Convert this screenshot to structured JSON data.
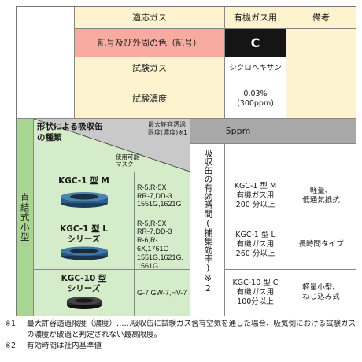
{
  "header": {
    "applicable_gas": "適応ガス",
    "organic_gas": "有機ガス用",
    "remarks": "備考"
  },
  "rows": {
    "symbol_label": "記号及び外周の色（記号）",
    "symbol_value": "C",
    "test_gas_label": "試験ガス",
    "test_gas_value": "シクロヘキサン",
    "conc_label": "試験濃度",
    "conc_value": "0.03%\n(300ppm)"
  },
  "section": {
    "category": "直結式小型",
    "shape_label": "形状による吸収缶\nの種類",
    "usable_mask": "使用可能\nマスク",
    "max_conc_label": "最大許容透過\n限度(濃度)※1",
    "max_conc_value": "5ppm",
    "effective_time_label": "吸収缶の有効時間(捕集効率)※2"
  },
  "products": [
    {
      "name": "KGC-1 型 M",
      "masks": "R-5,R-5X\nRR-7,DD-3\n1551G,1621G",
      "time": "KGC-1 型 M\n有機ガス用\n200 分以上",
      "remark": "軽量、\n低通気抵抗",
      "canister_color": "#2e5f86"
    },
    {
      "name": "KGC-1 型 L\nシリーズ",
      "masks": "R-5,R-5X\nRR-7,DD-3\nR-6,R-6X,1761G\n1551G,1621G,\n1561G",
      "time": "KGC-1 型 L\n有機ガス用\n260 分以上",
      "remark": "長時間タイプ",
      "canister_color": "#2a4f78"
    },
    {
      "name": "KGC-10 型\nシリーズ",
      "masks": "G-7,GW-7,HV-7",
      "time": "KGC-10 型 C\n有機ガス用\n100分以上",
      "remark": "軽量小型、\nねじ込み式",
      "canister_color": "#2b2b2b"
    }
  ],
  "notes": [
    {
      "mark": "※1",
      "text": "最大許容透過限度（濃度）……吸収缶に試験ガス含有空気を通した場合、吸気側における試験ガスの濃度が破過と判定されない最高限度。"
    },
    {
      "mark": "※2",
      "text": "有効時間は社内基準値"
    }
  ]
}
